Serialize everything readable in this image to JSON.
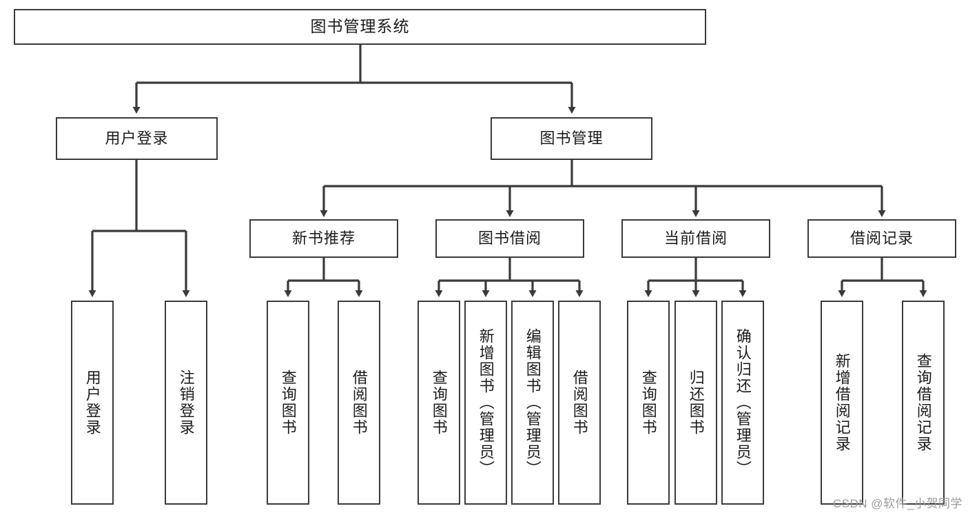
{
  "diagram": {
    "title": "图书管理系统",
    "type": "tree-hierarchy",
    "root": {
      "label": "图书管理系统"
    },
    "level1": [
      {
        "label": "用户登录"
      },
      {
        "label": "图书管理"
      }
    ],
    "level2": [
      {
        "label": "新书推荐"
      },
      {
        "label": "图书借阅"
      },
      {
        "label": "当前借阅"
      },
      {
        "label": "借阅记录"
      }
    ],
    "leaves": {
      "user_login": [
        {
          "label": "用户登录"
        },
        {
          "label": "注销登录"
        }
      ],
      "new_book_recommend": [
        {
          "label": "查询图书"
        },
        {
          "label": "借阅图书"
        }
      ],
      "book_borrow": [
        {
          "label": "查询图书"
        },
        {
          "label": "新增图书（管理员）"
        },
        {
          "label": "编辑图书（管理员）"
        },
        {
          "label": "借阅图书"
        }
      ],
      "current_borrow": [
        {
          "label": "查询图书"
        },
        {
          "label": "归还图书"
        },
        {
          "label": "确认归还（管理员）"
        }
      ],
      "borrow_record": [
        {
          "label": "新增借阅记录"
        },
        {
          "label": "查询借阅记录"
        }
      ]
    }
  },
  "watermark": {
    "text": "CSDN @软件_小贺同学"
  },
  "colors": {
    "box_border": "#3a3a3a",
    "box_fill": "#ffffff",
    "edge": "#3a3a3a",
    "text": "#1b1b1b",
    "watermark": "#9a9a9a",
    "background": "#ffffff"
  }
}
